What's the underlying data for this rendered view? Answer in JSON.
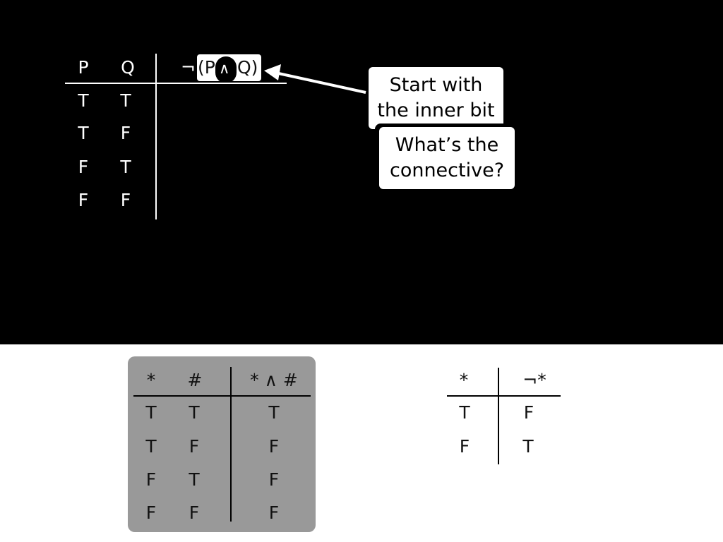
{
  "main_table": {
    "headers": {
      "p": "P",
      "q": "Q"
    },
    "formula": {
      "neg": "¬",
      "open": "(P",
      "conn": "∧",
      "close": "Q)"
    },
    "rows": [
      {
        "p": "T",
        "q": "T"
      },
      {
        "p": "T",
        "q": "F"
      },
      {
        "p": "F",
        "q": "T"
      },
      {
        "p": "F",
        "q": "F"
      }
    ]
  },
  "callouts": {
    "first": {
      "line1": "Start with",
      "line2": "the inner bit"
    },
    "second": {
      "line1": "What’s the",
      "line2": "connective?"
    }
  },
  "and_table": {
    "headers": {
      "a": "*",
      "b": "#",
      "result": "* ∧ #"
    },
    "rows": [
      {
        "a": "T",
        "b": "T",
        "result": "T"
      },
      {
        "a": "T",
        "b": "F",
        "result": "F"
      },
      {
        "a": "F",
        "b": "T",
        "result": "F"
      },
      {
        "a": "F",
        "b": "F",
        "result": "F"
      }
    ]
  },
  "not_table": {
    "headers": {
      "a": "*",
      "result": "¬*"
    },
    "rows": [
      {
        "a": "T",
        "result": "F"
      },
      {
        "a": "F",
        "result": "T"
      }
    ]
  },
  "colors": {
    "top_background": "#000000",
    "bottom_background": "#ffffff",
    "and_table_background": "#999999",
    "arrow": "#ffffff"
  }
}
